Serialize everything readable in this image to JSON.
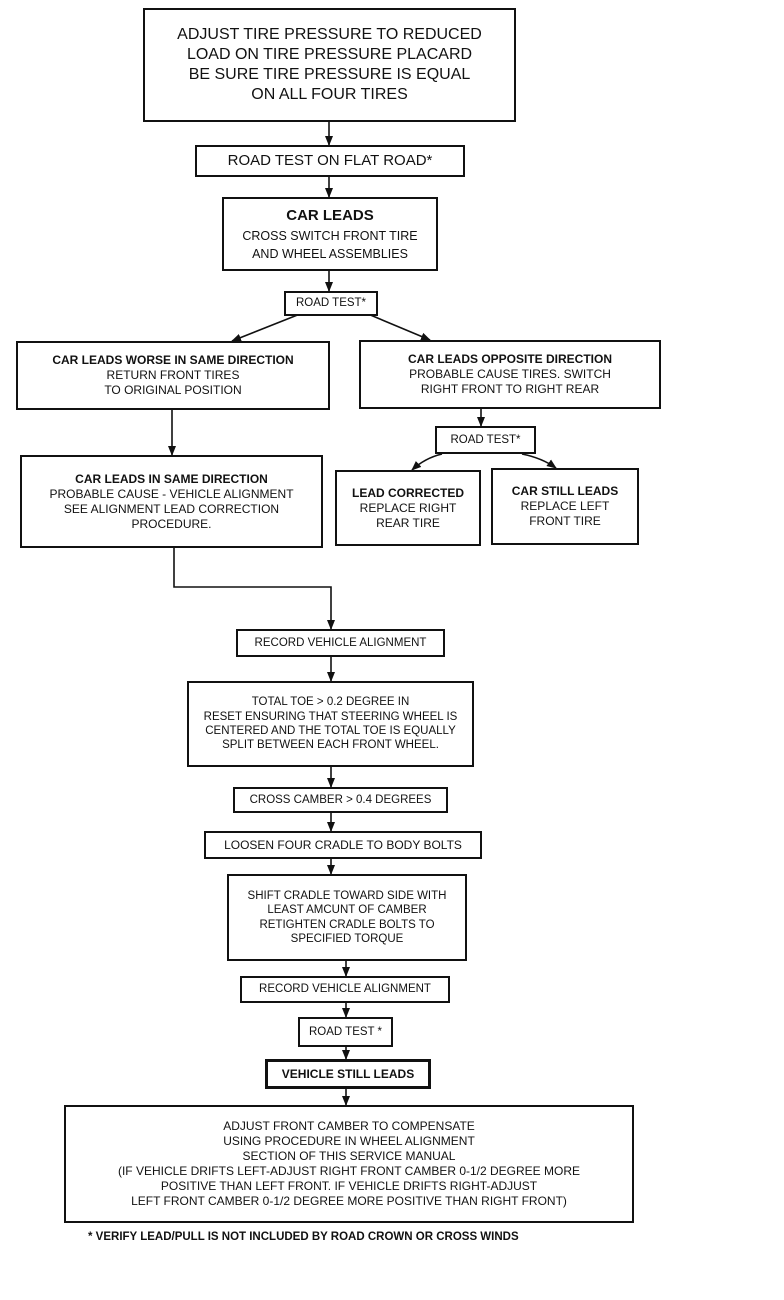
{
  "nodes": {
    "start": [
      "ADJUST TIRE PRESSURE TO REDUCED",
      "LOAD ON TIRE PRESSURE PLACARD",
      "BE SURE TIRE PRESSURE IS EQUAL",
      "ON ALL FOUR TIRES"
    ],
    "road_test_flat": "ROAD TEST ON FLAT ROAD*",
    "car_leads": {
      "title": "CAR LEADS",
      "lines": [
        "CROSS SWITCH FRONT TIRE",
        "AND WHEEL ASSEMBLIES"
      ]
    },
    "road_test_1": "ROAD TEST*",
    "worse_same": {
      "title": "CAR LEADS WORSE IN SAME DIRECTION",
      "lines": [
        "RETURN FRONT TIRES",
        "TO ORIGINAL POSITION"
      ]
    },
    "opposite": {
      "title": "CAR LEADS OPPOSITE DIRECTION",
      "lines": [
        "PROBABLE CAUSE TIRES. SWITCH",
        "RIGHT FRONT TO RIGHT REAR"
      ]
    },
    "road_test_2": "ROAD TEST*",
    "same_direction": {
      "title": "CAR LEADS IN SAME DIRECTION",
      "lines": [
        "PROBABLE CAUSE - VEHICLE ALIGNMENT",
        "SEE ALIGNMENT LEAD CORRECTION",
        "PROCEDURE."
      ]
    },
    "lead_corrected": {
      "title": "LEAD CORRECTED",
      "lines": [
        "REPLACE RIGHT",
        "REAR TIRE"
      ]
    },
    "still_leads": {
      "title": "CAR STILL LEADS",
      "lines": [
        "REPLACE LEFT",
        "FRONT TIRE"
      ]
    },
    "record_1": "RECORD VEHICLE ALIGNMENT",
    "total_toe": [
      "TOTAL TOE > 0.2 DEGREE IN",
      "RESET ENSURING THAT STEERING WHEEL IS",
      "CENTERED AND THE TOTAL TOE IS EQUALLY",
      "SPLIT BETWEEN EACH FRONT WHEEL."
    ],
    "cross_camber": "CROSS CAMBER > 0.4 DEGREES",
    "loosen": "LOOSEN FOUR CRADLE TO BODY BOLTS",
    "shift": [
      "SHIFT CRADLE TOWARD SIDE WITH",
      "LEAST AMCUNT OF CAMBER",
      "RETIGHTEN CRADLE BOLTS TO",
      "SPECIFIED TORQUE"
    ],
    "record_2": "RECORD VEHICLE ALIGNMENT",
    "road_test_3": "ROAD TEST *",
    "vehicle_still": "VEHICLE STILL LEADS",
    "adjust_camber": [
      "ADJUST FRONT CAMBER TO COMPENSATE",
      "USING PROCEDURE IN WHEEL ALIGNMENT",
      "SECTION OF THIS SERVICE MANUAL",
      "(IF VEHICLE DRIFTS LEFT-ADJUST RIGHT FRONT CAMBER 0-1/2 DEGREE MORE",
      "POSITIVE THAN LEFT FRONT. IF VEHICLE DRIFTS RIGHT-ADJUST",
      "LEFT FRONT CAMBER 0-1/2 DEGREE MORE POSITIVE THAN RIGHT FRONT)"
    ]
  },
  "footnote": "* VERIFY LEAD/PULL IS NOT INCLUDED BY ROAD CROWN OR CROSS WINDS"
}
